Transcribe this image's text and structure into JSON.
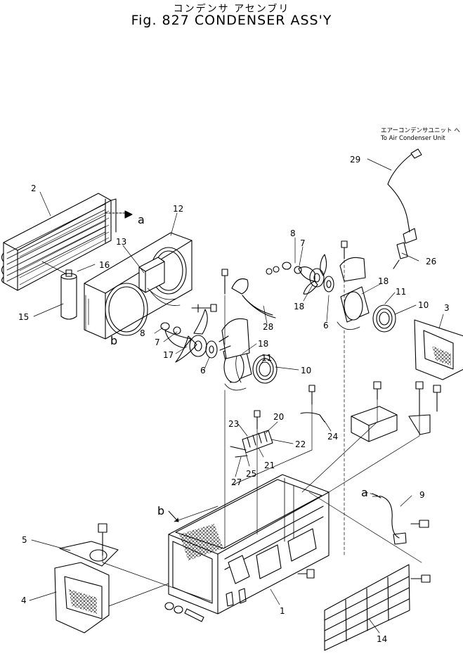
{
  "title": {
    "japanese": "コンデンサ アセンブリ",
    "english": "Fig. 827 CONDENSER ASS'Y"
  },
  "destination_note": {
    "japanese": "エアーコンデンサユニット へ",
    "english": "To Air Condenser Unit"
  },
  "callouts": {
    "a_top": "a",
    "b_mid": "b",
    "a_right": "a",
    "b_left": "b",
    "n1": "1",
    "n2": "2",
    "n3": "3",
    "n4": "4",
    "n5": "5",
    "n6a": "6",
    "n6b": "6",
    "n7a": "7",
    "n7b": "7",
    "n8a": "8",
    "n8b": "8",
    "n9": "9",
    "n10a": "10",
    "n10b": "10",
    "n11a": "11",
    "n11b": "11",
    "n12": "12",
    "n13": "13",
    "n14": "14",
    "n15": "15",
    "n16": "16",
    "n17": "17",
    "n18a": "18",
    "n18b": "18",
    "n18c": "18",
    "n20": "20",
    "n21": "21",
    "n22": "22",
    "n23": "23",
    "n24": "24",
    "n25": "25",
    "n26": "26",
    "n27": "27",
    "n28": "28",
    "n29": "29"
  }
}
